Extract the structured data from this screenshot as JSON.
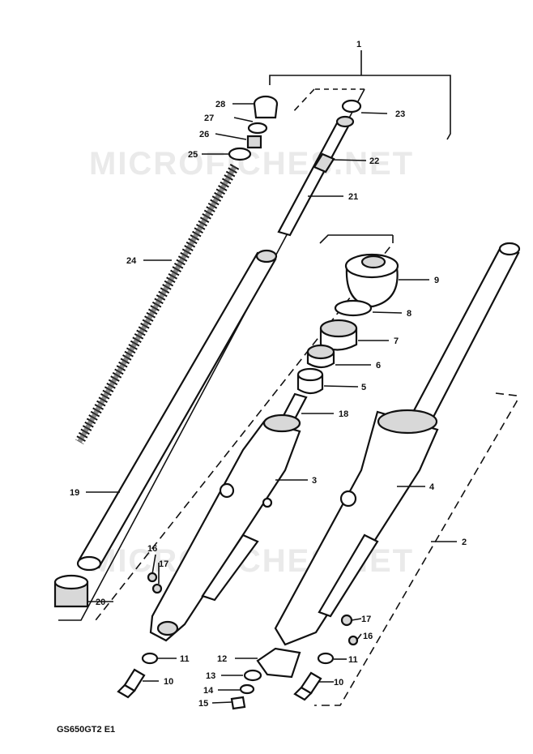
{
  "watermark": {
    "text": "MICROFICHES.NET"
  },
  "model_code": "GS650GT2 E1",
  "callouts": {
    "c1": "1",
    "c2": "2",
    "c3": "3",
    "c4": "4",
    "c5": "5",
    "c6": "6",
    "c7": "7",
    "c8": "8",
    "c9": "9",
    "c10a": "10",
    "c10b": "10",
    "c11a": "11",
    "c11b": "11",
    "c12": "12",
    "c13": "13",
    "c14": "14",
    "c15": "15",
    "c16a": "16",
    "c16b": "16",
    "c17a": "17",
    "c17b": "17",
    "c18": "18",
    "c19": "19",
    "c20": "20",
    "c21": "21",
    "c22": "22",
    "c23": "23",
    "c24": "24",
    "c25": "25",
    "c26": "26",
    "c27": "27",
    "c28": "28"
  }
}
